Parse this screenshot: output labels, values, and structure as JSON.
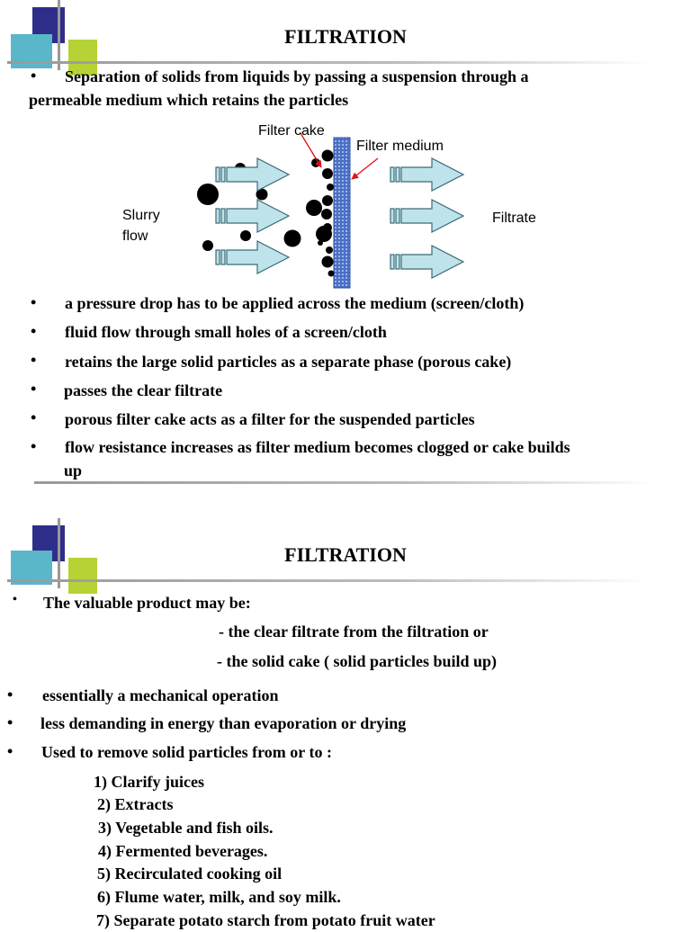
{
  "slide1": {
    "title": "FILTRATION",
    "intro_line1": "Separation of solids from liquids by passing a suspension through a",
    "intro_line2": "permeable medium which retains the particles",
    "diagram": {
      "filter_cake_label": "Filter cake",
      "filter_medium_label": "Filter medium",
      "slurry_label_line1": "Slurry",
      "slurry_label_line2": "flow",
      "filtrate_label": "Filtrate"
    },
    "bullets": [
      "a pressure drop has to be applied across the medium (screen/cloth)",
      "fluid flow through small holes of a screen/cloth",
      "retains the large solid particles as a separate phase (porous cake)",
      "passes the clear filtrate",
      "porous filter cake acts as a filter for the suspended particles",
      "flow resistance increases as filter medium becomes clogged or cake builds",
      "up"
    ]
  },
  "slide2": {
    "title": "FILTRATION",
    "intro": "The valuable product may be:",
    "options": [
      "- the clear filtrate from the filtration or",
      "- the solid cake ( solid particles build up)"
    ],
    "bullets": [
      "essentially a mechanical operation",
      "less demanding in energy than evaporation or drying",
      "Used to remove solid particles from or to :"
    ],
    "uses": [
      "1) Clarify juices",
      "2) Extracts",
      "3) Vegetable and fish oils.",
      "4) Fermented beverages.",
      "5) Recirculated cooking oil",
      "6) Flume water, milk, and soy milk.",
      "7) Separate potato starch from potato fruit water"
    ]
  },
  "colors": {
    "deco_navy": "#2e2e8a",
    "deco_teal": "#5ab6c9",
    "deco_green": "#b5d334",
    "arrow_fill": "#bfe3ea",
    "filter_medium": "#4a6fc4"
  }
}
